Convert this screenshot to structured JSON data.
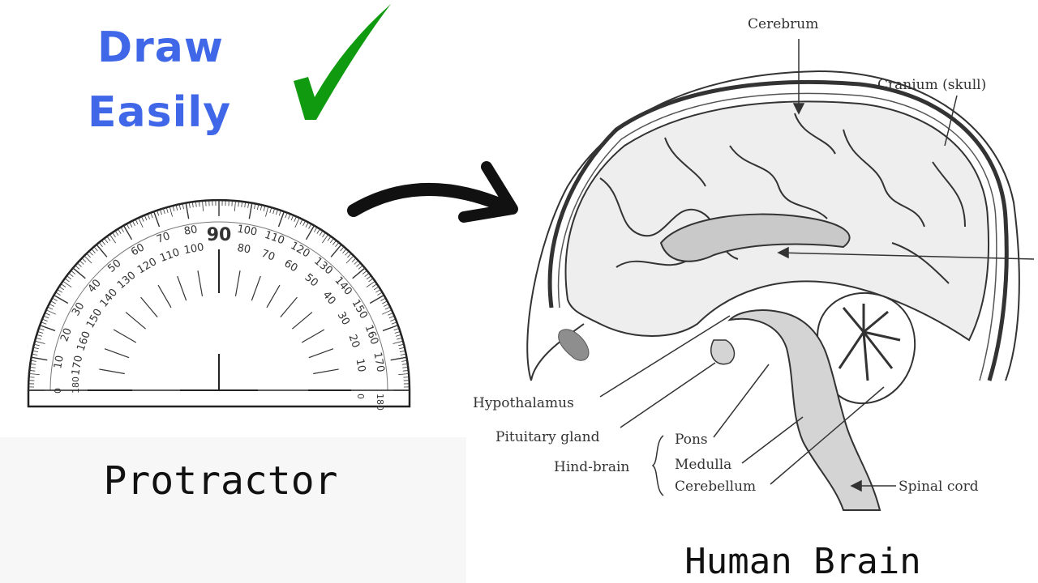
{
  "headline": {
    "line1": "Draw",
    "line2": "Easily",
    "color": "#3f67e8",
    "check_icon": "check-mark-icon",
    "check_color": "#0f9a0f"
  },
  "protractor": {
    "caption": "Protractor",
    "center_label": "90",
    "outer_scale": [
      "10",
      "20",
      "30",
      "40",
      "50",
      "60",
      "70",
      "80",
      "100",
      "110",
      "120",
      "130",
      "140",
      "150",
      "160",
      "170"
    ],
    "inner_scale": [
      "170",
      "160",
      "150",
      "140",
      "130",
      "120",
      "110",
      "100",
      "80",
      "70",
      "60",
      "50",
      "40",
      "30",
      "20",
      "10"
    ],
    "left_base_labels": [
      "0",
      "180"
    ],
    "right_base_labels": [
      "180",
      "0"
    ]
  },
  "arrow_icon": "curved-arrow-right-icon",
  "brain": {
    "caption": "Human Brain",
    "labels": {
      "cerebrum": "Cerebrum",
      "cranium": "Cranium (skull)",
      "hypothalamus": "Hypothalamus",
      "pituitary": "Pituitary gland",
      "hindbrain": "Hind-brain",
      "pons": "Pons",
      "medulla": "Medulla",
      "cerebellum": "Cerebellum",
      "spinal": "Spinal cord"
    }
  }
}
